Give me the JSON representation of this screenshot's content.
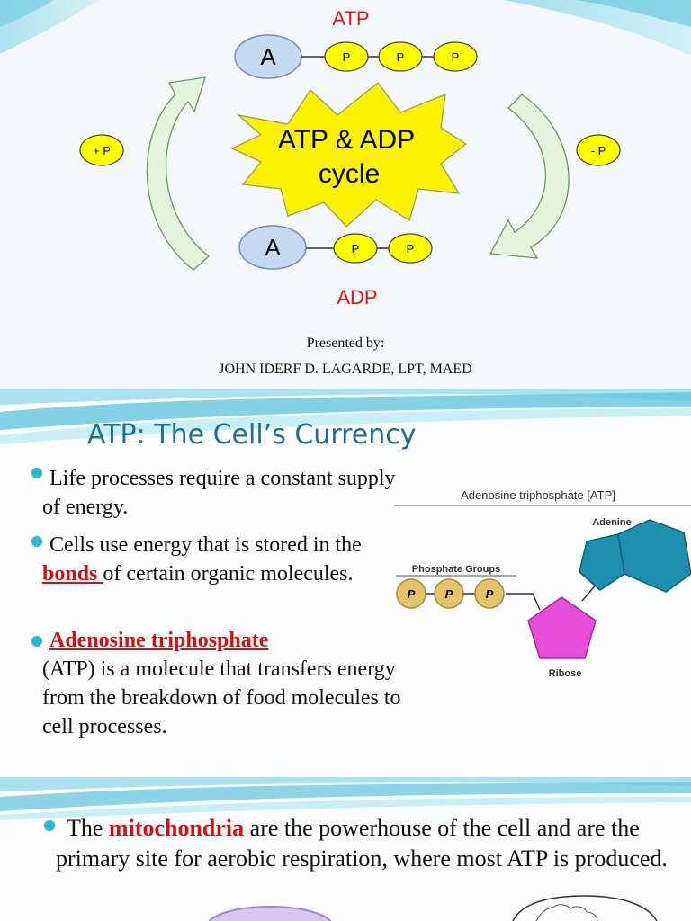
{
  "slide1": {
    "diagram": {
      "atp_label": "ATP",
      "adp_label": "ADP",
      "adenosine": "A",
      "phosphate": "P",
      "plus_p": "+ P",
      "minus_p": "- P",
      "center_line1": "ATP & ADP",
      "center_line2": "cycle"
    },
    "presented_by": "Presented by:",
    "presenter": "JOHN IDERF D. LAGARDE, LPT, MAED"
  },
  "slide2": {
    "title": "ATP: The Cell’s Currency",
    "bullet1": "Life processes require a constant supply of energy.",
    "bullet2_pre": "Cells use energy that is stored in the ",
    "bullet2_link": "bonds ",
    "bullet2_post": "of certain organic molecules.",
    "bullet3_link": "Adenosine triphosphate",
    "bullet3_post": "(ATP) is a molecule that transfers energy from the breakdown of food molecules to cell processes.",
    "figure": {
      "title": "Adenosine triphosphate [ATP]",
      "phosphate_label": "Phosphate Groups",
      "adenine_label": "Adenine",
      "ribose_label": "Ribose",
      "p_letter": "P"
    }
  },
  "slide3": {
    "pre": "The ",
    "highlight": "mitochondria",
    "post": " are the powerhouse of the cell and are the primary site for aerobic respiration, where most ATP is produced."
  },
  "colors": {
    "accent_teal": "#2bb8d6",
    "title_blue": "#1e6f8f",
    "red_text": "#d11212",
    "star_yellow": "#fff200",
    "phosphate_yellow": "#ffff00",
    "adenosine_blue": "#c5d9f1",
    "arrow_green": "#dff0d8",
    "ribose_magenta": "#e84fd8",
    "adenine_teal": "#1e8fb0"
  }
}
